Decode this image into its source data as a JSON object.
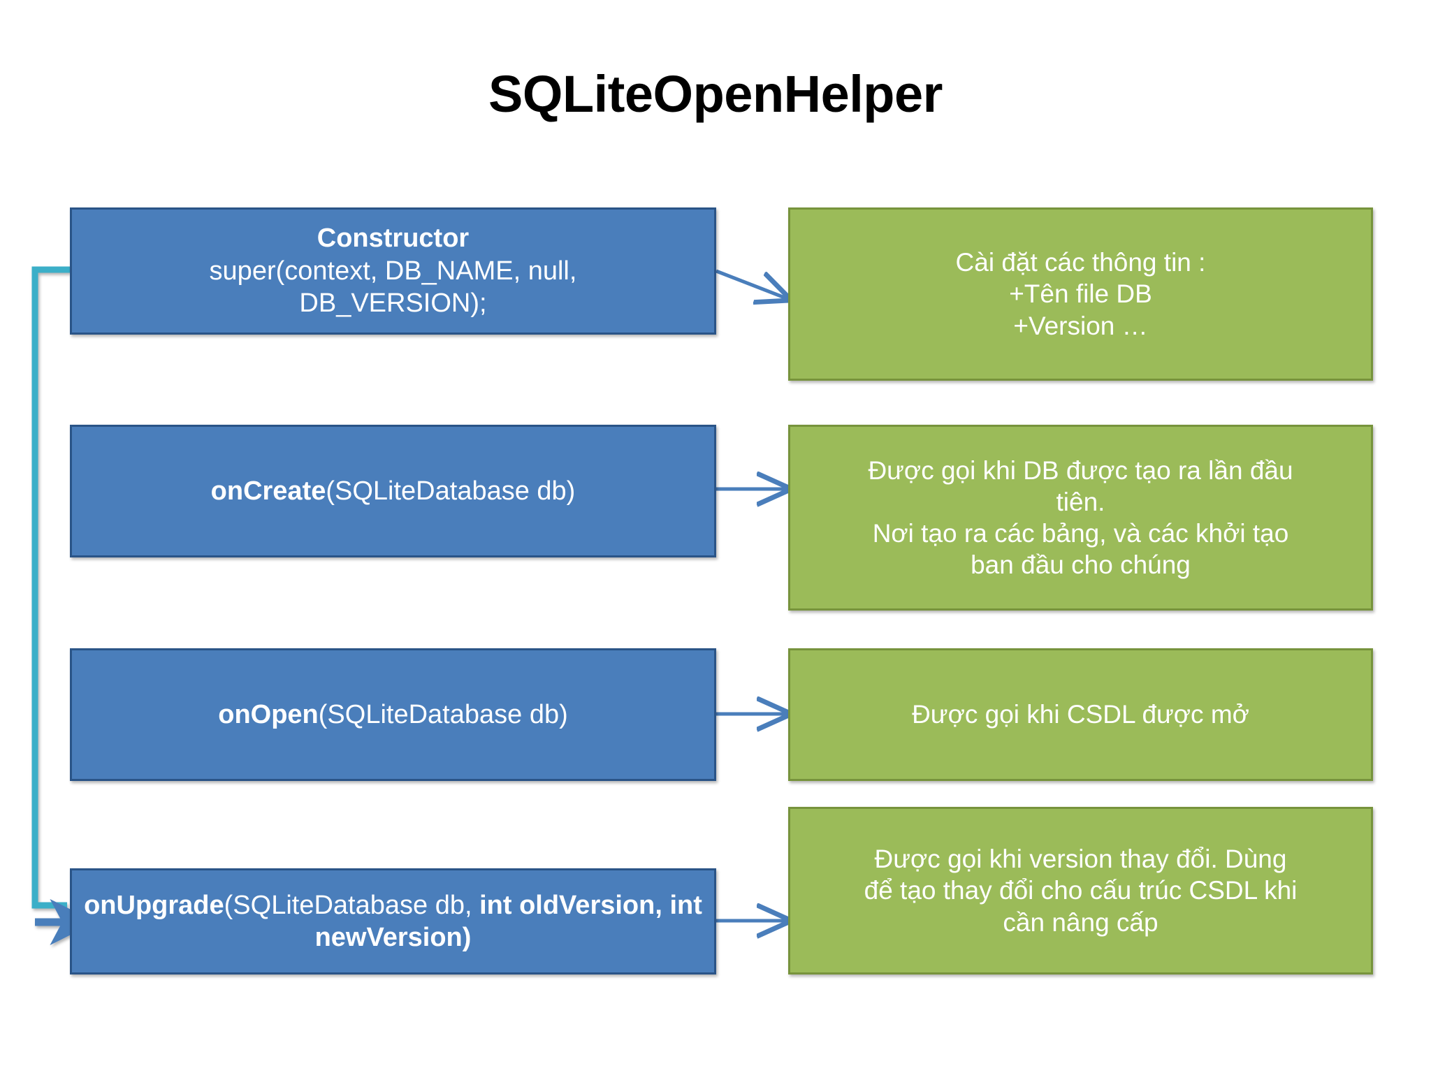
{
  "title": "SQLiteOpenHelper",
  "colors": {
    "blue_fill": "#4A7EBB",
    "blue_border": "#2A5487",
    "green_fill": "#9BBB59",
    "green_border": "#77933C",
    "arrow_blue": "#4A7EBB",
    "arrow_thick": "#3E6DA4",
    "loop_line": "#3BAFC8",
    "title_color": "#000000",
    "background": "#FFFFFF"
  },
  "methods": [
    {
      "id": "constructor",
      "name_bold": "Constructor",
      "signature_line1": "super(context, DB_NAME, null,",
      "signature_line2": "DB_VERSION);"
    },
    {
      "id": "oncreate",
      "name_bold": "onCreate",
      "params": "(SQLiteDatabase db)"
    },
    {
      "id": "onopen",
      "name_bold": "onOpen",
      "params": "(SQLiteDatabase db)"
    },
    {
      "id": "onupgrade",
      "name_bold": "onUpgrade",
      "params_regular": "(SQLiteDatabase db, ",
      "params_bold": "int oldVersion, int newVersion)"
    }
  ],
  "descriptions": [
    {
      "id": "desc-constructor",
      "lines": [
        "Cài đặt các thông tin :",
        "+Tên file DB",
        "+Version …"
      ]
    },
    {
      "id": "desc-oncreate",
      "lines": [
        "Được gọi  khi DB được tạo ra lần đầu",
        "tiên.",
        "Nơi tạo ra các bảng, và các khởi tạo",
        "ban đầu cho chúng"
      ]
    },
    {
      "id": "desc-onopen",
      "lines": [
        "Được gọi khi CSDL được mở"
      ]
    },
    {
      "id": "desc-onupgrade",
      "lines": [
        "Được gọi khi version thay đổi. Dùng",
        "để tạo thay đổi cho cấu trúc CSDL khi",
        "cần nâng cấp"
      ]
    }
  ]
}
